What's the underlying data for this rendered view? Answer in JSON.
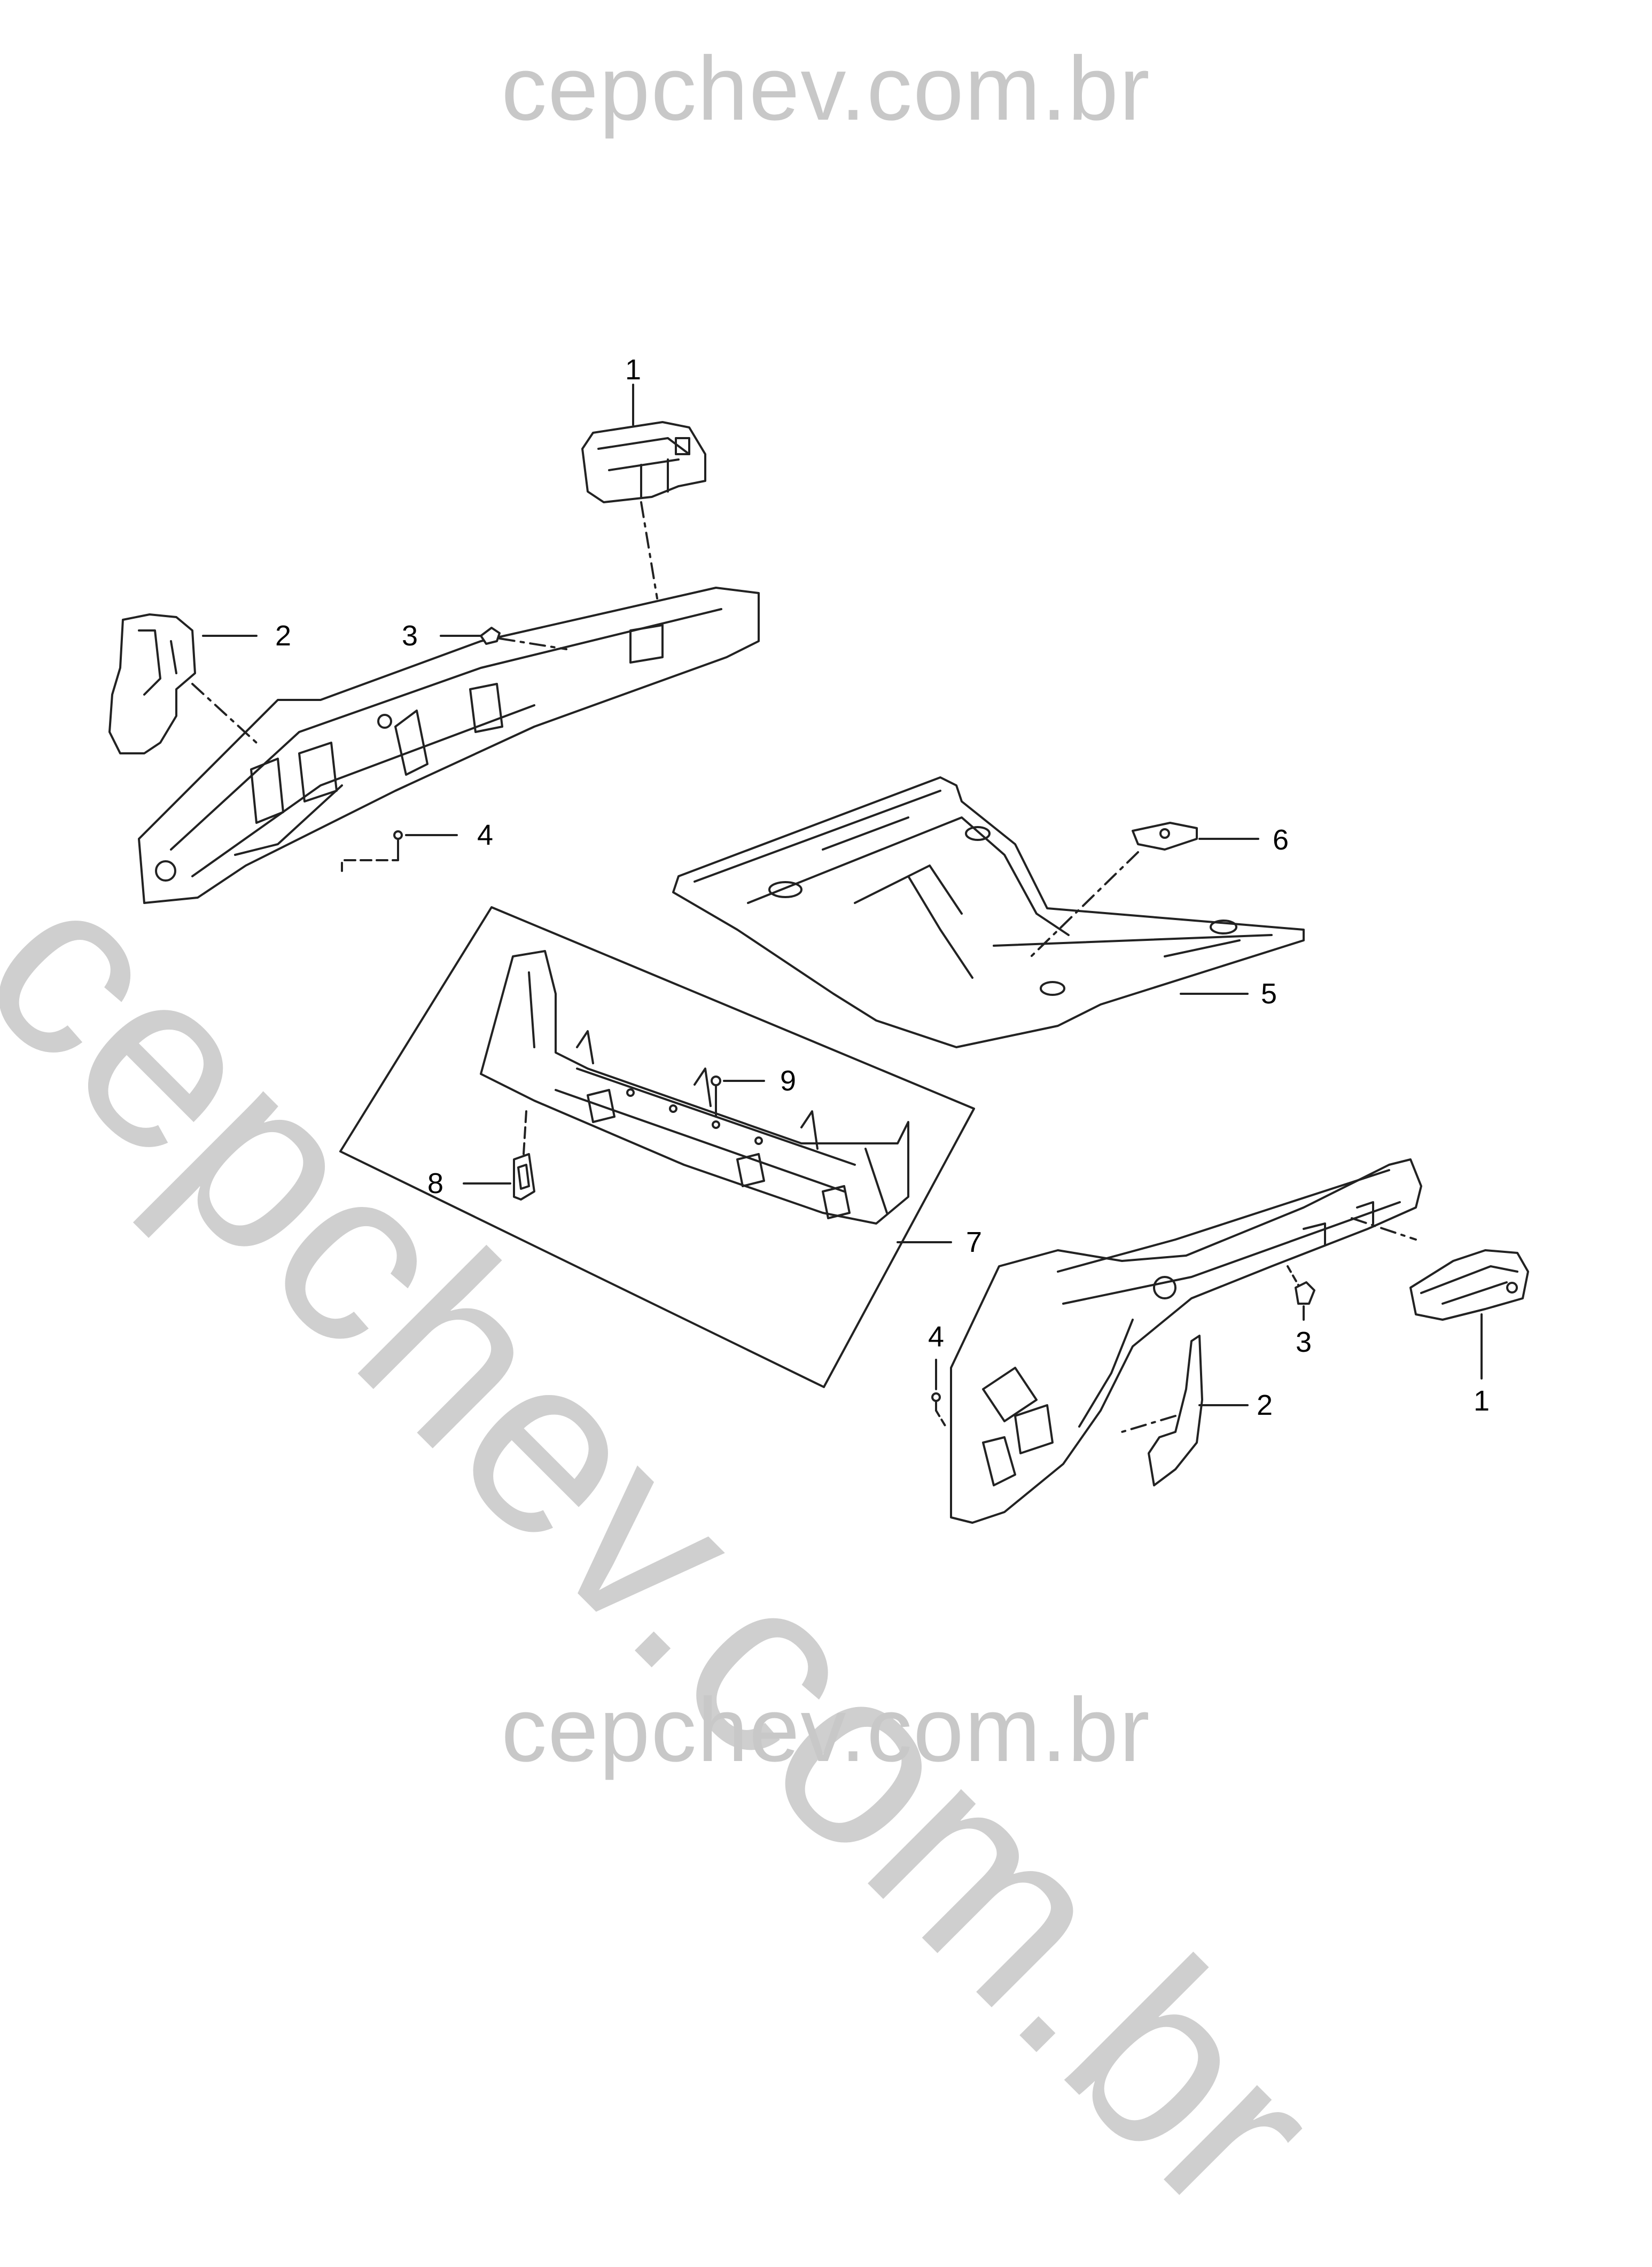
{
  "watermark": {
    "top": "cepchev.com.br",
    "diagonal": "cepchev.com.br",
    "bottom": "cepchev.com.br"
  },
  "callouts": {
    "c1_top": "1",
    "c2_left": "2",
    "c3_left": "3",
    "c4_left": "4",
    "c5": "5",
    "c6": "6",
    "c7": "7",
    "c8": "8",
    "c9": "9",
    "c1_right": "1",
    "c2_right": "2",
    "c3_right": "3",
    "c4_right": "4"
  },
  "colors": {
    "line": "#222222",
    "part_fill": "#ffffff",
    "watermark": "#c8c8c8"
  }
}
